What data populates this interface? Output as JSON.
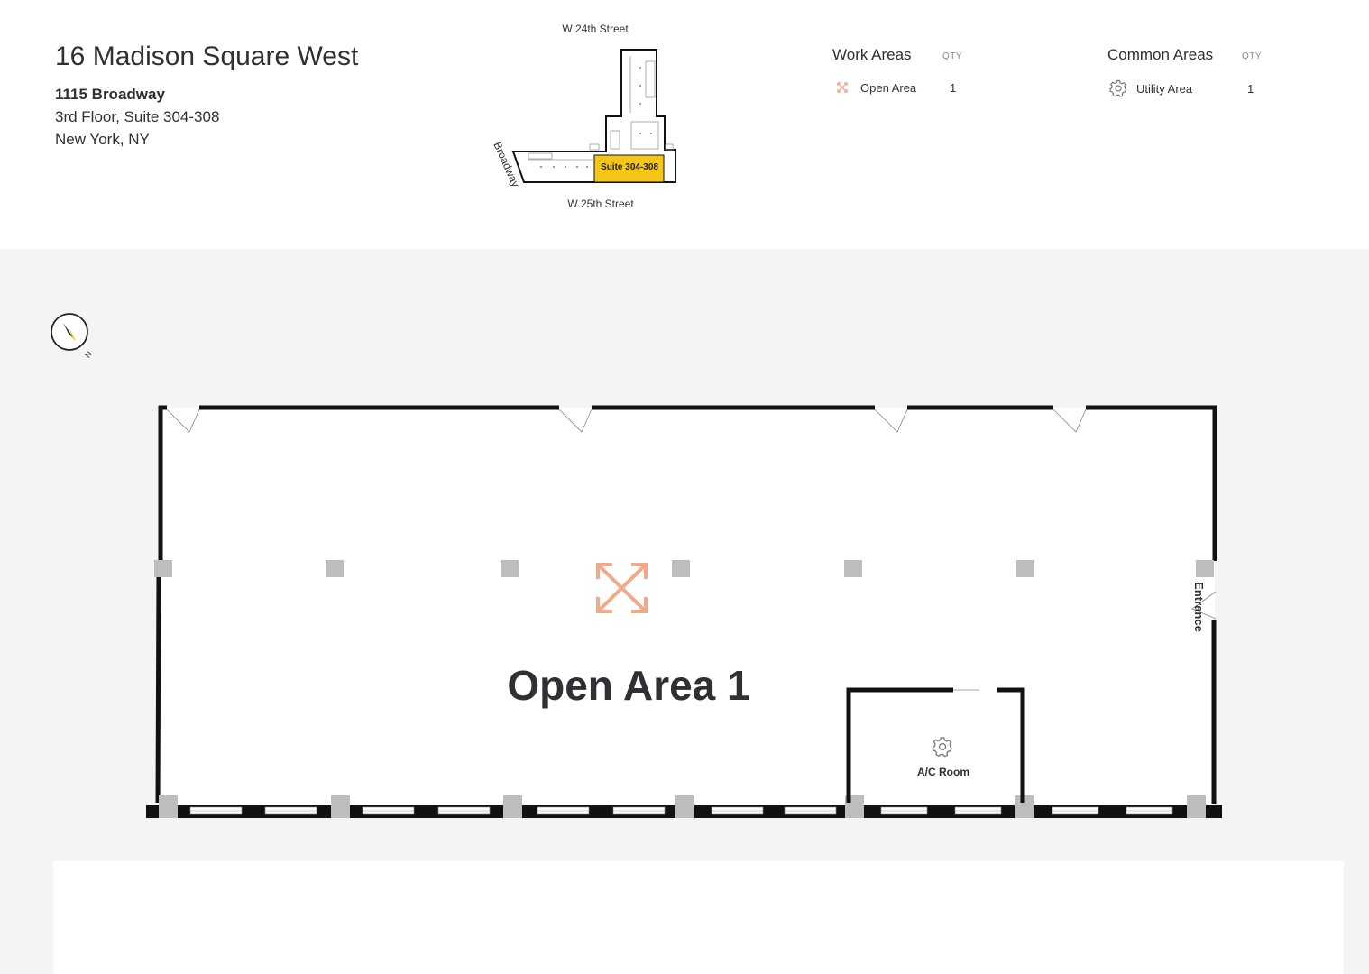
{
  "header": {
    "title": "16 Madison Square West",
    "address_line1": "1115 Broadway",
    "address_line2": "3rd Floor, Suite 304-308",
    "address_line3": "New York, NY"
  },
  "keyplan": {
    "street_top": "W 24th Street",
    "street_bottom": "W 25th Street",
    "street_side": "Broadway",
    "suite_label": "Suite 304-308",
    "highlight_color": "#f5c518"
  },
  "legend": {
    "work": {
      "heading": "Work Areas",
      "qty_heading": "QTY",
      "items": [
        {
          "label": "Open Area",
          "qty": "1",
          "icon": "expand-arrows-icon"
        }
      ]
    },
    "common": {
      "heading": "Common Areas",
      "qty_heading": "QTY",
      "items": [
        {
          "label": "Utility Area",
          "qty": "1",
          "icon": "gear-icon"
        }
      ]
    }
  },
  "compass": {
    "north_label": "N"
  },
  "floorplan": {
    "main_area_label": "Open Area 1",
    "room_label": "A/C Room",
    "entrance_label": "Entrance",
    "open_area_color": "#f2a98a"
  }
}
